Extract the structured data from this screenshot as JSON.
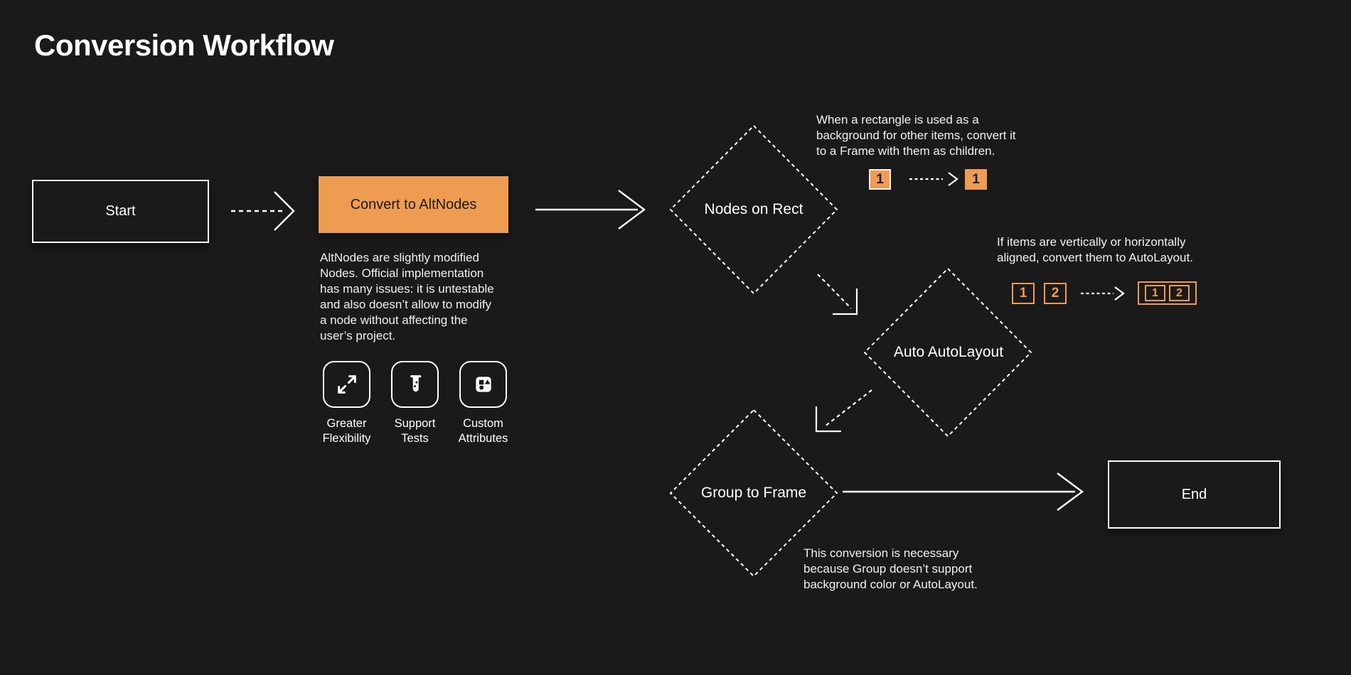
{
  "title": "Conversion Workflow",
  "colors": {
    "background": "#1A1A1A",
    "orange": "#EF9C53",
    "white": "#FFFFFF",
    "dark_text": "#1C1C1C"
  },
  "flow": {
    "start_label": "Start",
    "convert_label": "Convert to AltNodes",
    "convert_description": "AltNodes are slightly modified Nodes. Official implementation has many issues: it is untestable and also doesn’t allow to modify a node without affecting the user’s project.",
    "nodes_on_rect_label": "Nodes on Rect",
    "auto_autolayout_label": "Auto AutoLayout",
    "group_to_frame_label": "Group to Frame",
    "end_label": "End"
  },
  "features": [
    {
      "icon": "expand-icon",
      "label": "Greater Flexibility"
    },
    {
      "icon": "test-tube-icon",
      "label": "Support Tests"
    },
    {
      "icon": "shapes-icon",
      "label": "Custom Attributes"
    }
  ],
  "notes": {
    "rect_note": {
      "text": "When a rectangle is used as a background for other items, convert it to a Frame with them as children.",
      "before": "1",
      "after": "1"
    },
    "autolayout_note": {
      "text": "If items are vertically or horizontally aligned, convert them to AutoLayout.",
      "before": [
        "1",
        "2"
      ],
      "after": [
        "1",
        "2"
      ]
    },
    "group_note": {
      "text": "This conversion is necessary because Group doesn’t support background color or AutoLayout."
    }
  }
}
